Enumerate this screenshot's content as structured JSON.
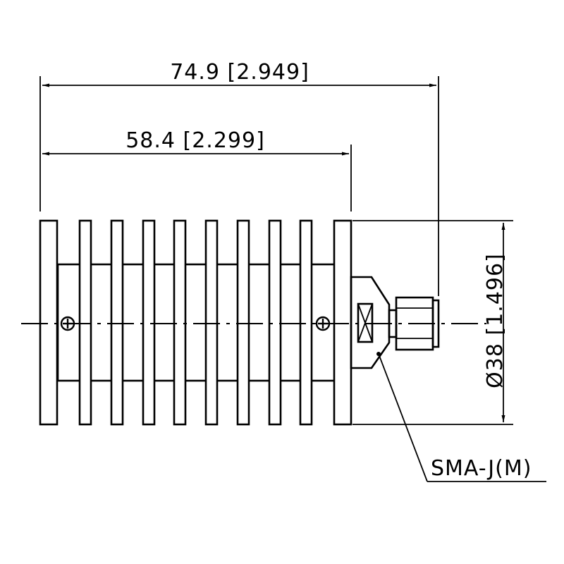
{
  "dimensions": {
    "overall_length": "74.9 [2.949]",
    "body_length": "58.4 [2.299]",
    "diameter": "Ø38 [1.496]"
  },
  "callout": {
    "connector_label": "SMA-J(M)"
  }
}
